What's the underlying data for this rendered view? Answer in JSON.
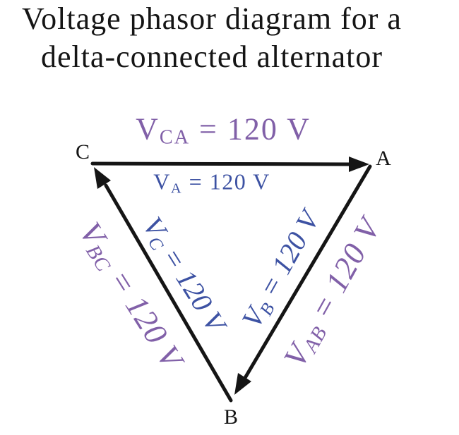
{
  "title": {
    "line1": "Voltage phasor diagram for a",
    "line2": "delta-connected alternator"
  },
  "vertices": {
    "a": {
      "label": "A"
    },
    "b": {
      "label": "B"
    },
    "c": {
      "label": "C"
    }
  },
  "phasors": {
    "vca": {
      "symbol": "V",
      "subscript": "CA",
      "rest": " = 120 V",
      "category": "line-voltage"
    },
    "va": {
      "symbol": "V",
      "subscript": "A",
      "rest": " = 120 V",
      "category": "phase-voltage"
    },
    "vbc": {
      "symbol": "V",
      "subscript": "BC",
      "rest": " = 120 V",
      "category": "line-voltage"
    },
    "vc": {
      "symbol": "V",
      "subscript": "C",
      "rest": " = 120 V",
      "category": "phase-voltage"
    },
    "vb": {
      "symbol": "V",
      "subscript": "B",
      "rest": " = 120 V",
      "category": "phase-voltage"
    },
    "vab": {
      "symbol": "V",
      "subscript": "AB",
      "rest": " = 120 V",
      "category": "line-voltage"
    }
  },
  "colors": {
    "line_voltage": "#8160a8",
    "phase_voltage": "#3d52a3",
    "ink": "#151515",
    "background": "#ffffff"
  }
}
